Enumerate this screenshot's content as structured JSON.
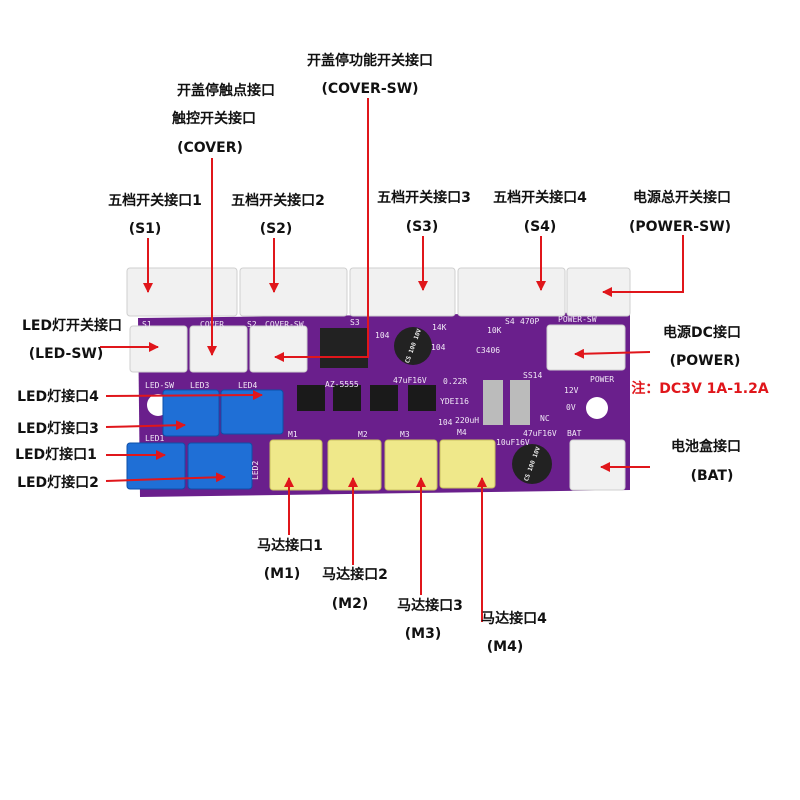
{
  "colors": {
    "board": "#6a1f8c",
    "white_conn": "#f1f1f1",
    "blue_conn": "#1f6fd6",
    "yellow_conn": "#efe88a",
    "arrow": "#e0161b"
  },
  "labels": {
    "cover_sw": {
      "title": "开盖停功能开关接口",
      "code": "(COVER-SW)"
    },
    "cover": {
      "title": "开盖停触点接口",
      "subtitle": "触控开关接口",
      "code": "(COVER)"
    },
    "s1": {
      "title": "五档开关接口1",
      "code": "(S1)"
    },
    "s2": {
      "title": "五档开关接口2",
      "code": "(S2)"
    },
    "s3": {
      "title": "五档开关接口3",
      "code": "(S3)"
    },
    "s4": {
      "title": "五档开关接口4",
      "code": "(S4)"
    },
    "power_sw": {
      "title": "电源总开关接口",
      "code": "(POWER-SW)"
    },
    "led_sw": {
      "title": "LED灯开关接口",
      "code": "(LED-SW)"
    },
    "power": {
      "title": "电源DC接口",
      "code": "(POWER)",
      "note": "注：DC3V 1A-1.2A"
    },
    "led4": {
      "title": "LED灯接口4"
    },
    "led3": {
      "title": "LED灯接口3"
    },
    "led1": {
      "title": "LED灯接口1"
    },
    "led2": {
      "title": "LED灯接口2"
    },
    "bat": {
      "title": "电池盒接口",
      "code": "(BAT)"
    },
    "m1": {
      "title": "马达接口1",
      "code": "(M1)"
    },
    "m2": {
      "title": "马达接口2",
      "code": "(M2)"
    },
    "m3": {
      "title": "马达接口3",
      "code": "(M3)"
    },
    "m4": {
      "title": "马达接口4",
      "code": "(M4)"
    }
  },
  "silkscreen": {
    "s1": "S1",
    "s2": "S2",
    "s3": "S3",
    "s4": "S4",
    "cover": "COVER",
    "cover_sw": "COVER-SW",
    "power_sw": "POWER-SW",
    "led_sw": "LED-SW",
    "led3": "LED3",
    "led4": "LED4",
    "led1": "LED1",
    "led2": "LED2",
    "m1": "M1",
    "m2": "M2",
    "m3": "M3",
    "m4": "M4",
    "power": "POWER",
    "bat": "BAT",
    "chip": "AZ-5555",
    "cap1": "47uF16V",
    "cap2": "47uF16V",
    "cap3": "10uF16V",
    "r1": "0.22R",
    "ind": "220uH",
    "ydei": "YDEI16",
    "c104a": "104",
    "c104b": "104",
    "c104c": "104",
    "r14k": "14K",
    "r10k": "10K",
    "c3406": "C3406",
    "ss14": "SS14",
    "r470": "470P",
    "v12": "12V",
    "v0": "0V",
    "nc": "NC",
    "capmark": "CS 100 10V"
  }
}
